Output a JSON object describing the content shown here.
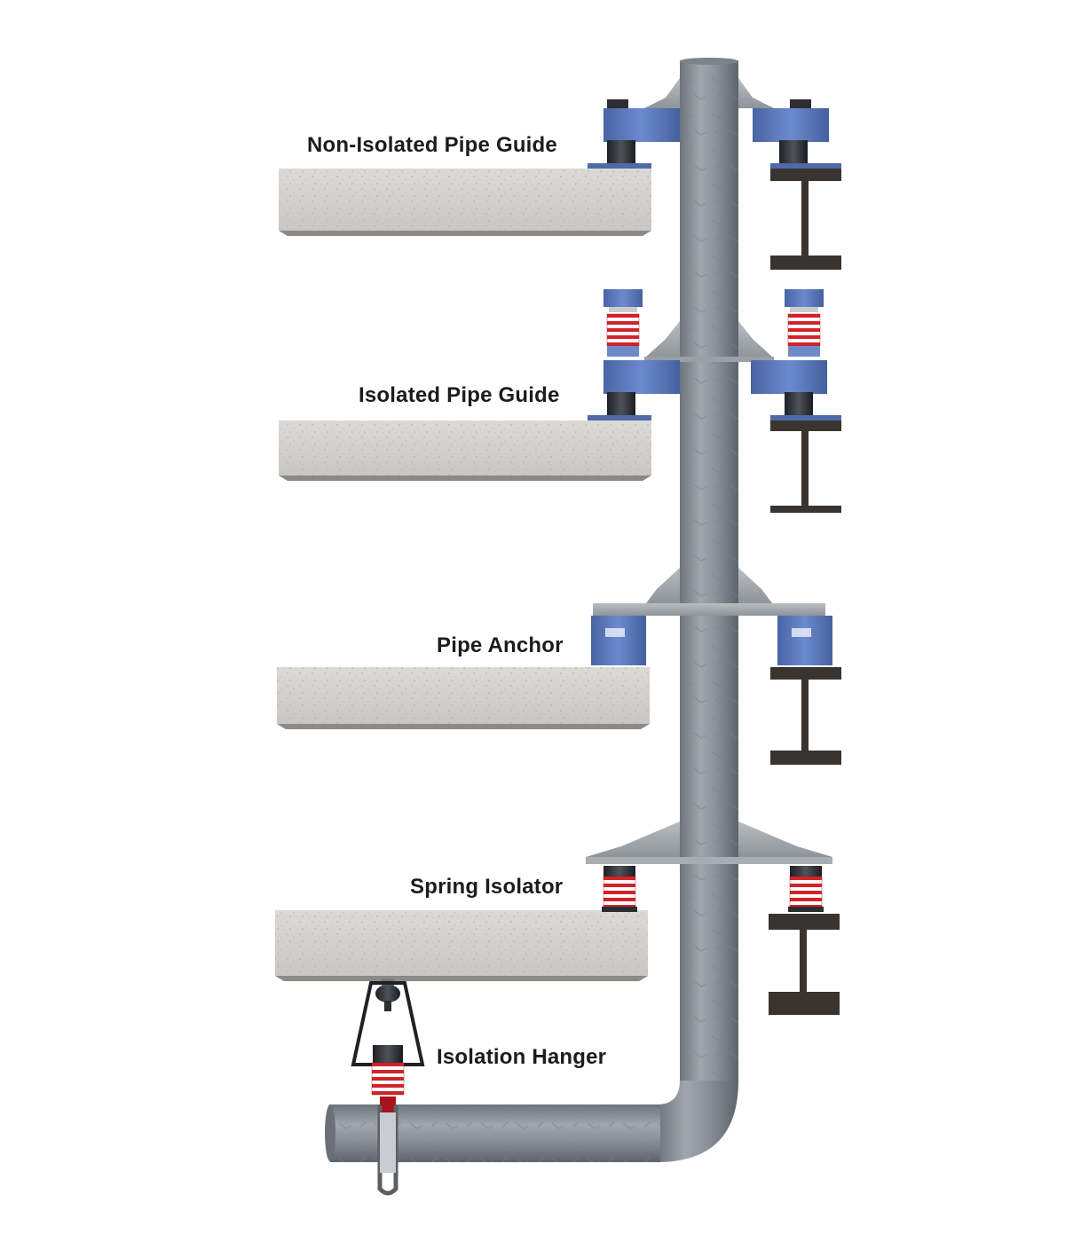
{
  "labels": {
    "non_isolated_pipe_guide": "Non-Isolated Pipe Guide",
    "isolated_pipe_guide": "Isolated Pipe Guide",
    "pipe_anchor": "Pipe Anchor",
    "spring_isolator": "Spring Isolator",
    "isolation_hanger": "Isolation Hanger"
  },
  "colors": {
    "pipe": "#8a9097",
    "concrete": "#d2d0cc",
    "steel_beam": "#3a3430",
    "guide_blue": "#5878b8",
    "spring_red": "#d2232a",
    "plate": "#a7adb3"
  },
  "icons": {
    "guide": "pipe-guide-icon",
    "spring": "coil-spring-icon",
    "anchor": "anchor-block-icon",
    "hanger": "spring-hanger-icon"
  }
}
